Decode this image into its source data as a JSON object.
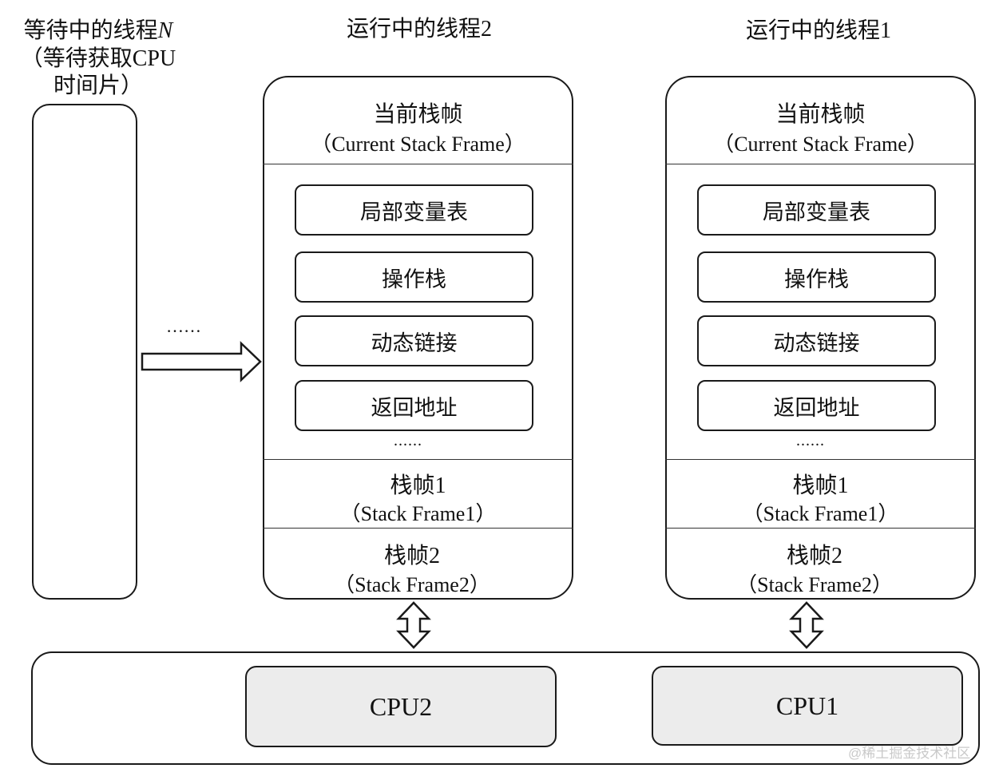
{
  "waiting_thread": {
    "title_prefix": "等待中的线程",
    "title_italic": "N",
    "subtitle_line1": "（等待获取CPU",
    "subtitle_line2": "时间片）"
  },
  "ellipsis_between": "……",
  "running_threads": [
    {
      "title": "运行中的线程2",
      "current_frame_cn": "当前栈帧",
      "current_frame_en": "（Current Stack Frame）",
      "slots": [
        "局部变量表",
        "操作栈",
        "动态链接",
        "返回地址"
      ],
      "slots_more": "......",
      "frame1_cn": "栈帧1",
      "frame1_en": "（Stack Frame1）",
      "frame2_cn": "栈帧2",
      "frame2_en": "（Stack Frame2）"
    },
    {
      "title": "运行中的线程1",
      "current_frame_cn": "当前栈帧",
      "current_frame_en": "（Current Stack Frame）",
      "slots": [
        "局部变量表",
        "操作栈",
        "动态链接",
        "返回地址"
      ],
      "slots_more": "......",
      "frame1_cn": "栈帧1",
      "frame1_en": "（Stack Frame1）",
      "frame2_cn": "栈帧2",
      "frame2_en": "（Stack Frame2）"
    }
  ],
  "cpus": [
    "CPU2",
    "CPU1"
  ],
  "watermark": "@稀土掘金技术社区"
}
